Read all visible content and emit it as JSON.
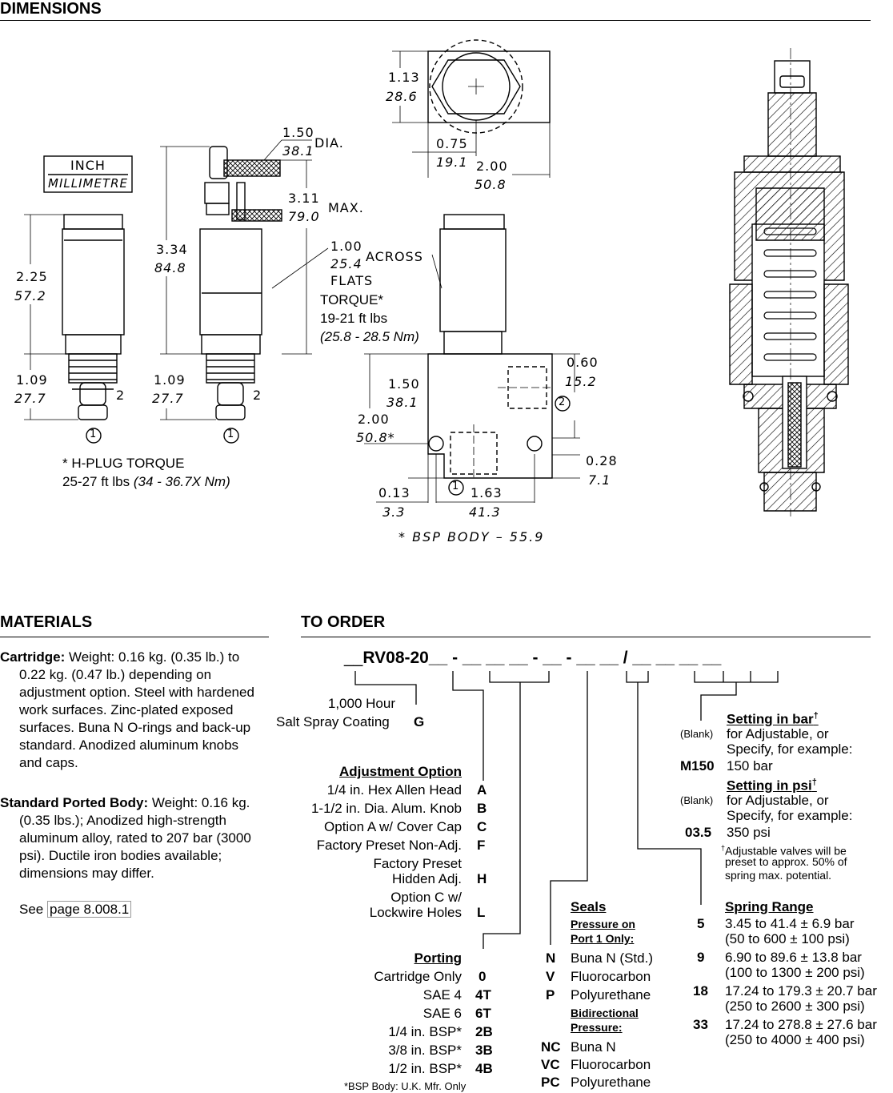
{
  "dimensions": {
    "title": "DIMENSIONS",
    "unit_box": {
      "inch": "INCH",
      "mm": "MILLIMETRE"
    },
    "labels": {
      "a1": "1.13",
      "a1m": "28.6",
      "a2": "0.75",
      "a2m": "19.1",
      "a3": "2.00",
      "a3m": "50.8",
      "b1": "1.50",
      "b1m": "38.1",
      "dia": "DIA.",
      "b2": "3.11",
      "b2m": "79.0",
      "max": "MAX.",
      "b3": "3.34",
      "b3m": "84.8",
      "b4": "1.00",
      "b4m": "25.4",
      "across": "ACROSS",
      "flats": "FLATS",
      "c1": "2.25",
      "c1m": "57.2",
      "c2": "1.09",
      "c2m": "27.7",
      "c3": "1.09",
      "c3m": "27.7",
      "d1": "0.60",
      "d1m": "15.2",
      "d2": "1.50",
      "d2m": "38.1",
      "d3": "2.00",
      "d3m": "50.8*",
      "d4": "0.28",
      "d4m": "7.1",
      "d5": "0.13",
      "d5m": "3.3",
      "d6": "1.63",
      "d6m": "41.3",
      "bsp": "* BSP BODY – 55.9",
      "port1": "1",
      "port2": "2"
    },
    "torque": {
      "title": "TORQUE*",
      "value": "19-21 ft lbs",
      "metric": "(25.8 - 28.5 Nm)"
    },
    "hplug": {
      "line1": "* H-PLUG TORQUE",
      "line2a": "25-27 ft lbs ",
      "line2b": "(34 - 36.7X Nm)"
    }
  },
  "materials": {
    "title": "MATERIALS",
    "cartridge_label": "Cartridge:",
    "cartridge_text": " Weight: 0.16 kg. (0.35 lb.) to 0.22 kg. (0.47 lb.) depending on adjustment option. Steel with hardened work surfaces. Zinc-plated exposed surfaces. Buna N O-rings and back-up standard. Anodized aluminum knobs and caps.",
    "body_label": "Standard Ported Body:",
    "body_text": " Weight: 0.16 kg. (0.35 lbs.); Anodized high-strength aluminum alloy, rated to 207 bar (3000 psi). Ductile iron bodies available; dimensions may differ.",
    "see": "See ",
    "link": "page 8.008.1"
  },
  "order": {
    "title": "TO ORDER",
    "code": {
      "pre": "__",
      "model": "RV08-20",
      "rest": "__ - __ __ __ - __ - __ __ / __ __ __ __"
    },
    "coating": {
      "line1": "1,000 Hour",
      "line2": "Salt Spray Coating",
      "code": "G"
    },
    "adjustment": {
      "title": "Adjustment Option",
      "items": [
        {
          "label": "1/4 in. Hex Allen Head",
          "code": "A"
        },
        {
          "label": "1-1/2 in. Dia. Alum. Knob",
          "code": "B"
        },
        {
          "label": "Option A w/ Cover Cap",
          "code": "C"
        },
        {
          "label": "Factory Preset Non-Adj.",
          "code": "F"
        },
        {
          "label": "Factory Preset",
          "label2": "Hidden Adj.",
          "code": "H"
        },
        {
          "label": "Option C w/",
          "label2": "Lockwire Holes",
          "code": "L"
        }
      ]
    },
    "porting": {
      "title": "Porting",
      "items": [
        {
          "label": "Cartridge Only",
          "code": "0"
        },
        {
          "label": "SAE 4",
          "code": "4T"
        },
        {
          "label": "SAE 6",
          "code": "6T"
        },
        {
          "label": "1/4 in. BSP*",
          "code": "2B"
        },
        {
          "label": "3/8 in. BSP*",
          "code": "3B"
        },
        {
          "label": "1/2 in. BSP*",
          "code": "4B"
        }
      ],
      "note": "*BSP Body: U.K. Mfr. Only"
    },
    "seals": {
      "title": "Seals",
      "sub1a": "Pressure on",
      "sub1b": "Port 1 Only:",
      "items1": [
        {
          "code": "N",
          "label": "Buna N (Std.)"
        },
        {
          "code": "V",
          "label": "Fluorocarbon"
        },
        {
          "code": "P",
          "label": "Polyurethane"
        }
      ],
      "sub2a": "Bidirectional",
      "sub2b": "Pressure:",
      "items2": [
        {
          "code": "NC",
          "label": "Buna N"
        },
        {
          "code": "VC",
          "label": "Fluorocarbon"
        },
        {
          "code": "PC",
          "label": "Polyurethane"
        }
      ]
    },
    "setting_bar": {
      "title": "Setting in bar",
      "dagger": "†",
      "blank": "(Blank)",
      "blank_t1": "for Adjustable, or",
      "blank_t2": "Specify, for example:",
      "ex_code": "M150",
      "ex_val": "150 bar"
    },
    "setting_psi": {
      "title": "Setting in psi",
      "dagger": "†",
      "blank": "(Blank)",
      "blank_t1": "for Adjustable, or",
      "blank_t2": "Specify, for example:",
      "ex_code": "03.5",
      "ex_val": "350 psi"
    },
    "footnote": {
      "dagger": "†",
      "l1": "Adjustable valves will be",
      "l2": "preset to approx. 50% of",
      "l3": "spring max. potential."
    },
    "spring": {
      "title": "Spring Range",
      "items": [
        {
          "code": "5",
          "bar": "3.45 to 41.4 ± 6.9 bar",
          "psi": "(50 to 600 ± 100 psi)"
        },
        {
          "code": "9",
          "bar": "6.90 to 89.6 ± 13.8 bar",
          "psi": "(100 to 1300 ± 200 psi)"
        },
        {
          "code": "18",
          "bar": "17.24 to 179.3 ± 20.7 bar",
          "psi": "(250 to 2600 ± 300 psi)"
        },
        {
          "code": "33",
          "bar": "17.24 to 278.8 ± 27.6 bar",
          "psi": "(250 to 4000 ± 400 psi)"
        }
      ]
    }
  }
}
